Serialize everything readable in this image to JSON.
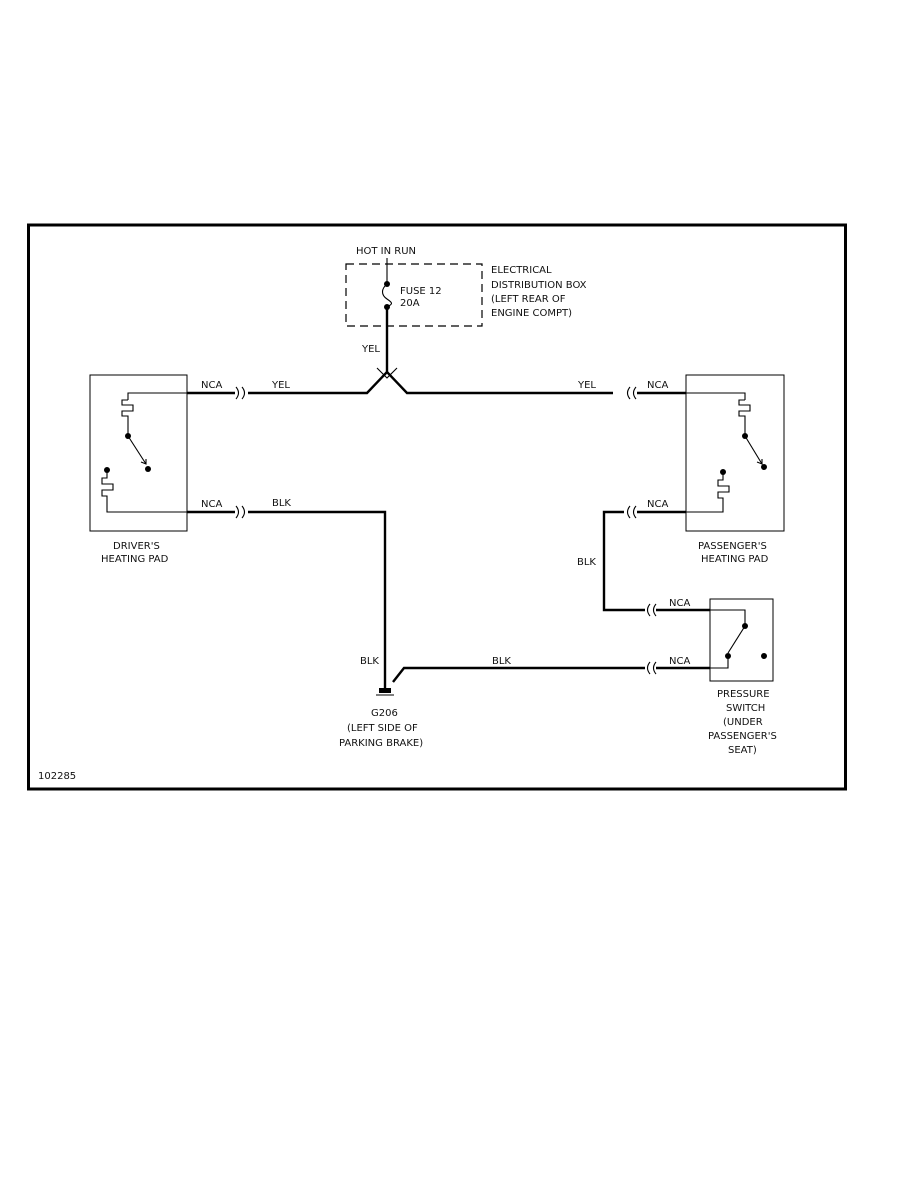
{
  "diagram": {
    "power": {
      "hot_label": "HOT IN RUN",
      "fuse_line1": "FUSE 12",
      "fuse_line2": "20A",
      "box_line1": "ELECTRICAL",
      "box_line2": "DISTRIBUTION BOX",
      "box_line3": "(LEFT REAR OF",
      "box_line4": "ENGINE COMPT)"
    },
    "wires": {
      "yel_feed": "YEL",
      "yel_left": "YEL",
      "yel_right": "YEL",
      "blk_left": "BLK",
      "blk_ground": "BLK",
      "blk_bottom": "BLK",
      "blk_right": "BLK"
    },
    "connectors": {
      "driver_top": "NCA",
      "driver_bottom": "NCA",
      "pass_top": "NCA",
      "pass_bottom": "NCA",
      "switch_top": "NCA",
      "switch_bottom": "NCA"
    },
    "driver_pad": {
      "line1": "DRIVER'S",
      "line2": "HEATING PAD"
    },
    "passenger_pad": {
      "line1": "PASSENGER'S",
      "line2": "HEATING PAD"
    },
    "pressure_switch": {
      "line1": "PRESSURE",
      "line2": "SWITCH",
      "line3": "(UNDER",
      "line4": "PASSENGER'S",
      "line5": "SEAT)"
    },
    "ground": {
      "line1": "G206",
      "line2": "(LEFT SIDE OF",
      "line3": "PARKING BRAKE)"
    },
    "figure_number": "102285"
  }
}
